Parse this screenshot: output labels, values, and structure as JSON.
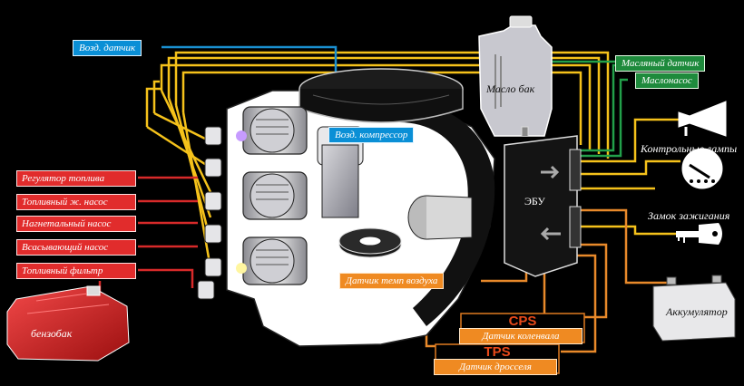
{
  "labels": {
    "air_sensor": "Возд. датчик",
    "air_compressor": "Возд. компрессор",
    "oil_sensor": "Масляный датчик",
    "oil_pump": "Маслонасос",
    "oil_tank": "Масло бак",
    "warning_lamps": "Контрольные лампы",
    "ecu": "ЭБУ",
    "ignition_lock": "Замок зажигания",
    "battery": "Аккумулятор",
    "fuel_regulator": "Регулятор топлива",
    "high_pressure_pump": "Топливный ж. насос",
    "booster_pump": "Нагнетальный насос",
    "suction_pump": "Всасывающий насос",
    "fuel_filter": "Топливный фильтр",
    "fuel_tank": "бензобак",
    "air_temp_sensor": "Датчик темп воздуха",
    "cps_code": "CPS",
    "cps_name": "Датчик коленвала",
    "tps_code": "TPS",
    "tps_name": "Датчик дросселя"
  },
  "colors": {
    "wire_yellow": "#f5c21b",
    "wire_orange": "#e8892a",
    "wire_blue": "#1a8fd0",
    "wire_green": "#22a04a",
    "wire_red": "#d82a2a",
    "engine_fill": "#ffffff",
    "tank_red": "#d9232a"
  }
}
